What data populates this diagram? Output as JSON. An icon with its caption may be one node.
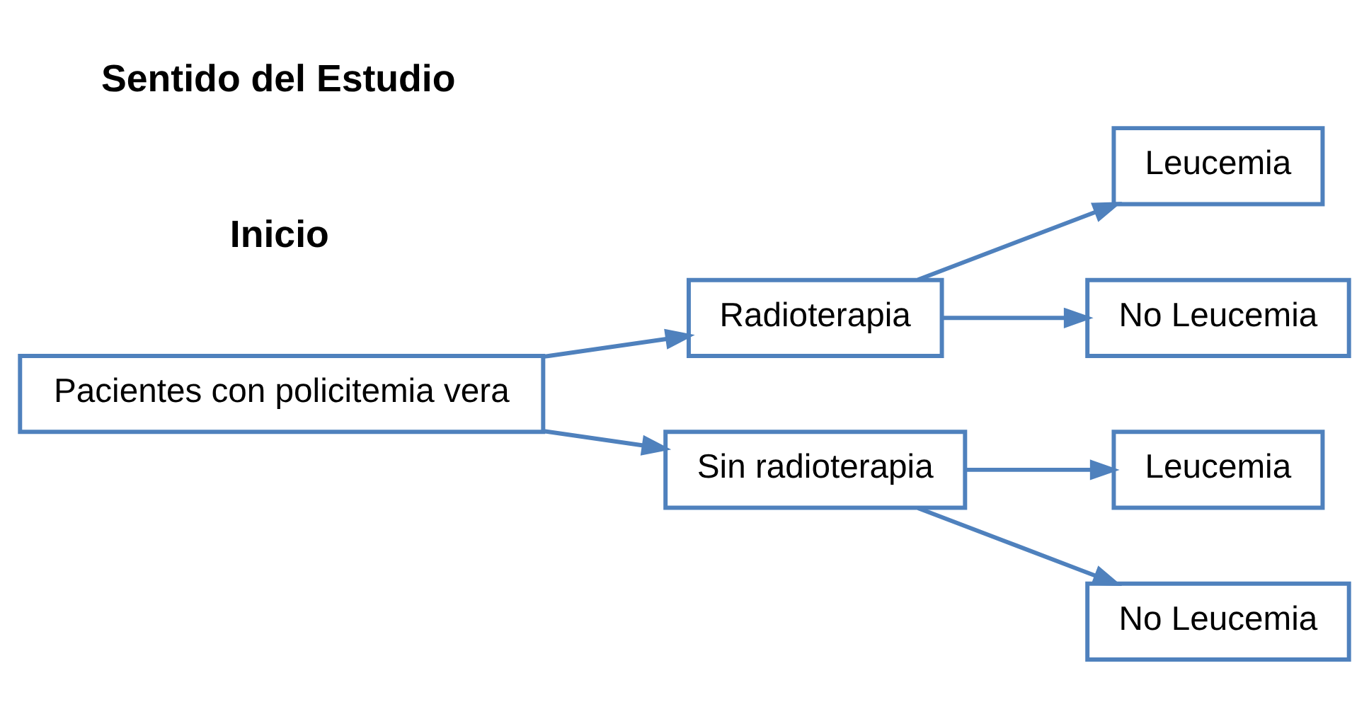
{
  "diagram": {
    "nodes": [
      {
        "text": [
          "Pacientes con policitemia vera"
        ]
      },
      {
        "text": [
          "Radioterapia"
        ]
      },
      {
        "text": [
          "Sin radioterapia"
        ]
      },
      {
        "text": [
          "Leucemia"
        ]
      },
      {
        "text": [
          "No Leucemia"
        ]
      },
      {
        "text": [
          "Leucemia"
        ]
      },
      {
        "text": [
          "No Leucemia"
        ]
      }
    ],
    "edges": [
      {
        "from": 0,
        "to": 1,
        "arrow": "to"
      },
      {
        "from": 0,
        "to": 2,
        "arrow": "to"
      },
      {
        "from": 1,
        "to": 3,
        "arrow": "to"
      },
      {
        "from": 1,
        "to": 4,
        "arrow": "to"
      },
      {
        "from": 2,
        "to": 5,
        "arrow": "to"
      },
      {
        "from": 2,
        "to": 6,
        "arrow": "to"
      }
    ],
    "labels": [
      "Inicio",
      "Sentido del Estudio"
    ]
  }
}
